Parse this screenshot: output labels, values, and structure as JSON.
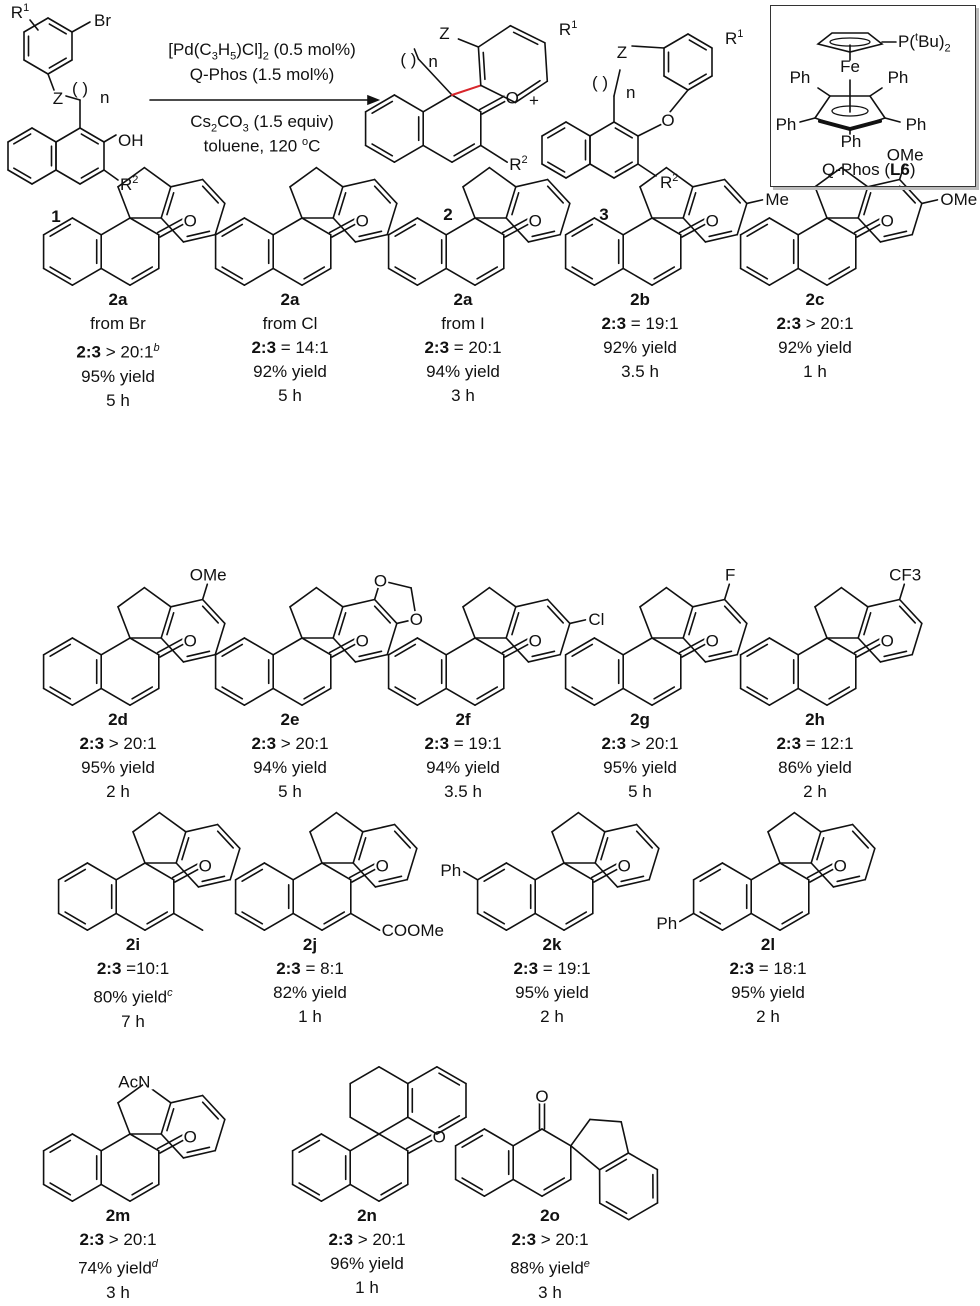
{
  "scheme": {
    "reactant": {
      "number": "1",
      "R1": "R1",
      "R2": "R2",
      "Br": "Br",
      "Z": "Z",
      "n": "n",
      "OH": "OH",
      "paren": "(  )"
    },
    "conditions": {
      "line1": "[Pd(C3H5)Cl]2 (0.5 mol%)",
      "line2": "Q-Phos (1.5 mol%)",
      "line3": "Cs2CO3 (1.5 equiv)",
      "line4_main": "toluene, 120 ",
      "line4_sup": "o",
      "line4_end": "C"
    },
    "product2": {
      "number": "2",
      "Z": "Z",
      "n": "n",
      "O": "O",
      "R1": "R1",
      "R2": "R2",
      "paren": "(  )"
    },
    "plus": "+",
    "product3": {
      "number": "3",
      "Z": "Z",
      "n": "n",
      "O": "O",
      "R1": "R1",
      "R2": "R2",
      "paren": "(  )"
    },
    "ligand": {
      "P_group": "P(tBu)2",
      "Fe": "Fe",
      "Ph": [
        "Ph",
        "Ph",
        "Ph",
        "Ph",
        "Ph"
      ],
      "name": "Q-Phos (",
      "code": "L6",
      "name_end": ")"
    }
  },
  "ratio_prefix": "2:3",
  "carbonyl_O": "O",
  "compounds": [
    {
      "label": "2a",
      "source": "from Br",
      "ratio": "> 20:1",
      "ratio_note": "b",
      "yield": "95% yield",
      "time": "5 h",
      "subs": []
    },
    {
      "label": "2a",
      "source": "from Cl",
      "ratio": "= 14:1",
      "yield": "92% yield",
      "time": "5 h",
      "subs": []
    },
    {
      "label": "2a",
      "source": "from I",
      "ratio": "= 20:1",
      "yield": "94% yield",
      "time": "3 h",
      "subs": []
    },
    {
      "label": "2b",
      "ratio": "= 19:1",
      "yield": "92% yield",
      "time": "3.5 h",
      "subs": [
        "Me"
      ]
    },
    {
      "label": "2c",
      "ratio": "> 20:1",
      "yield": "92% yield",
      "time": "1 h",
      "subs": [
        "OMe",
        "OMe"
      ]
    },
    {
      "label": "2d",
      "ratio": "> 20:1",
      "yield": "95% yield",
      "time": "2 h",
      "subs": [
        "OMe"
      ]
    },
    {
      "label": "2e",
      "ratio": "> 20:1",
      "yield": "94% yield",
      "time": "5 h",
      "subs": [
        "O",
        "O"
      ]
    },
    {
      "label": "2f",
      "ratio": "= 19:1",
      "yield": "94% yield",
      "time": "3.5 h",
      "subs": [
        "Cl"
      ]
    },
    {
      "label": "2g",
      "ratio": "> 20:1",
      "yield": "95% yield",
      "time": "5 h",
      "subs": [
        "F"
      ]
    },
    {
      "label": "2h",
      "ratio": "= 12:1",
      "yield": "86% yield",
      "time": "2 h",
      "subs": [
        "CF3"
      ]
    },
    {
      "label": "2i",
      "ratio": "=10:1",
      "yield": "80% yield",
      "yield_note": "c",
      "time": "7 h",
      "subs": []
    },
    {
      "label": "2j",
      "ratio": "= 8:1",
      "yield": "82% yield",
      "time": "1 h",
      "subs": [
        "COOMe"
      ]
    },
    {
      "label": "2k",
      "ratio": "= 19:1",
      "yield": "95% yield",
      "time": "2 h",
      "subs": [
        "Ph"
      ]
    },
    {
      "label": "2l",
      "ratio": "= 18:1",
      "yield": "95% yield",
      "time": "2 h",
      "subs": [
        "Ph"
      ]
    },
    {
      "label": "2m",
      "ratio": "> 20:1",
      "yield": "74% yield",
      "yield_note": "d",
      "time": "3 h",
      "subs": [
        "AcN"
      ]
    },
    {
      "label": "2n",
      "ratio": "> 20:1",
      "yield": "96% yield",
      "time": "1 h",
      "subs": []
    },
    {
      "label": "2o",
      "ratio": "> 20:1",
      "yield": "88% yield",
      "yield_note": "e",
      "time": "3 h",
      "subs": []
    }
  ]
}
